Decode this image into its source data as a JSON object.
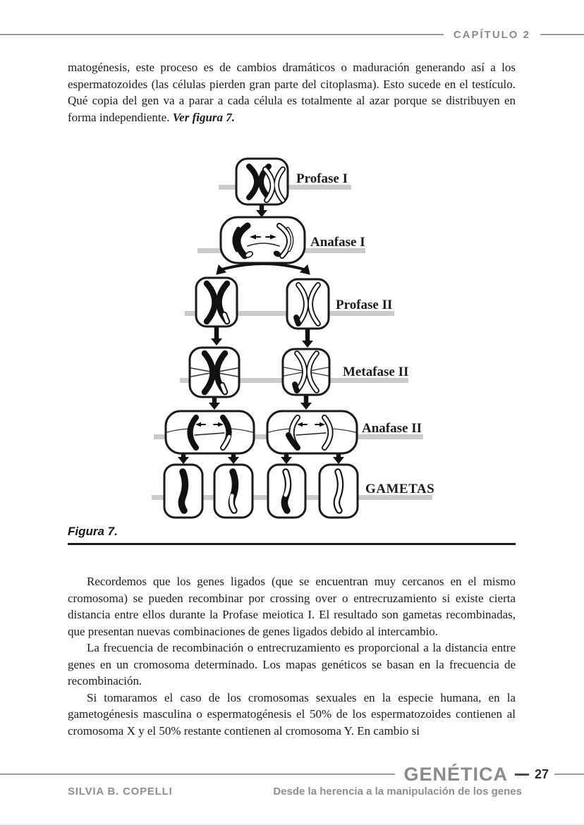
{
  "header": {
    "chapter": "CAPÍTULO 2"
  },
  "article": {
    "paragraph_top": "matogénesis, este proceso es de cambios dramáticos o maduración generando así a los espermatozoides (las células pierden gran parte del citoplasma). Esto sucede en el testículo. Qué copia del gen va a parar a cada célula es totalmente al azar porque se distribuyen en forma independiente. ",
    "paragraph_top_ref": "Ver figura 7.",
    "paragraph_recordemos": "Recordemos que los genes ligados (que se encuentran muy cercanos en el mismo cromosoma) se pueden recombinar por crossing over o entrecruzamiento si existe cierta distancia entre ellos durante la Profase meiotica I. El resultado son gametas recombinadas, que presentan nuevas combinaciones de genes ligados debido al intercambio.",
    "paragraph_frecuencia": "La frecuencia de recombinación o entrecruzamiento es proporcional a la distancia entre genes en un cromosoma determinado. Los mapas genéticos se basan en la frecuencia de recombinación.",
    "paragraph_cromosomas": "Si tomaramos el caso de los cromosomas sexuales en la especie humana, en la gametogénesis masculina o espermatogénesis el 50% de los espermatozoides contienen al cromosoma X y el 50% restante contienen al cromosoma Y. En cambio si"
  },
  "figure": {
    "caption": "Figura 7.",
    "stage_labels": [
      "Profase I",
      "Anafase I",
      "Profase II",
      "Metafase II",
      "Anafase II",
      "GAMETAS"
    ]
  },
  "footer": {
    "book_title": "GENÉTICA",
    "page_number": "27",
    "author": "SILVIA B. COPELLI",
    "tagline": "Desde la herencia a la manipulación de los genes"
  },
  "colors": {
    "muted_gray": "#8a8a8a",
    "figure_bar_gray": "#cbcbcb",
    "ink": "#1b1b1b"
  }
}
